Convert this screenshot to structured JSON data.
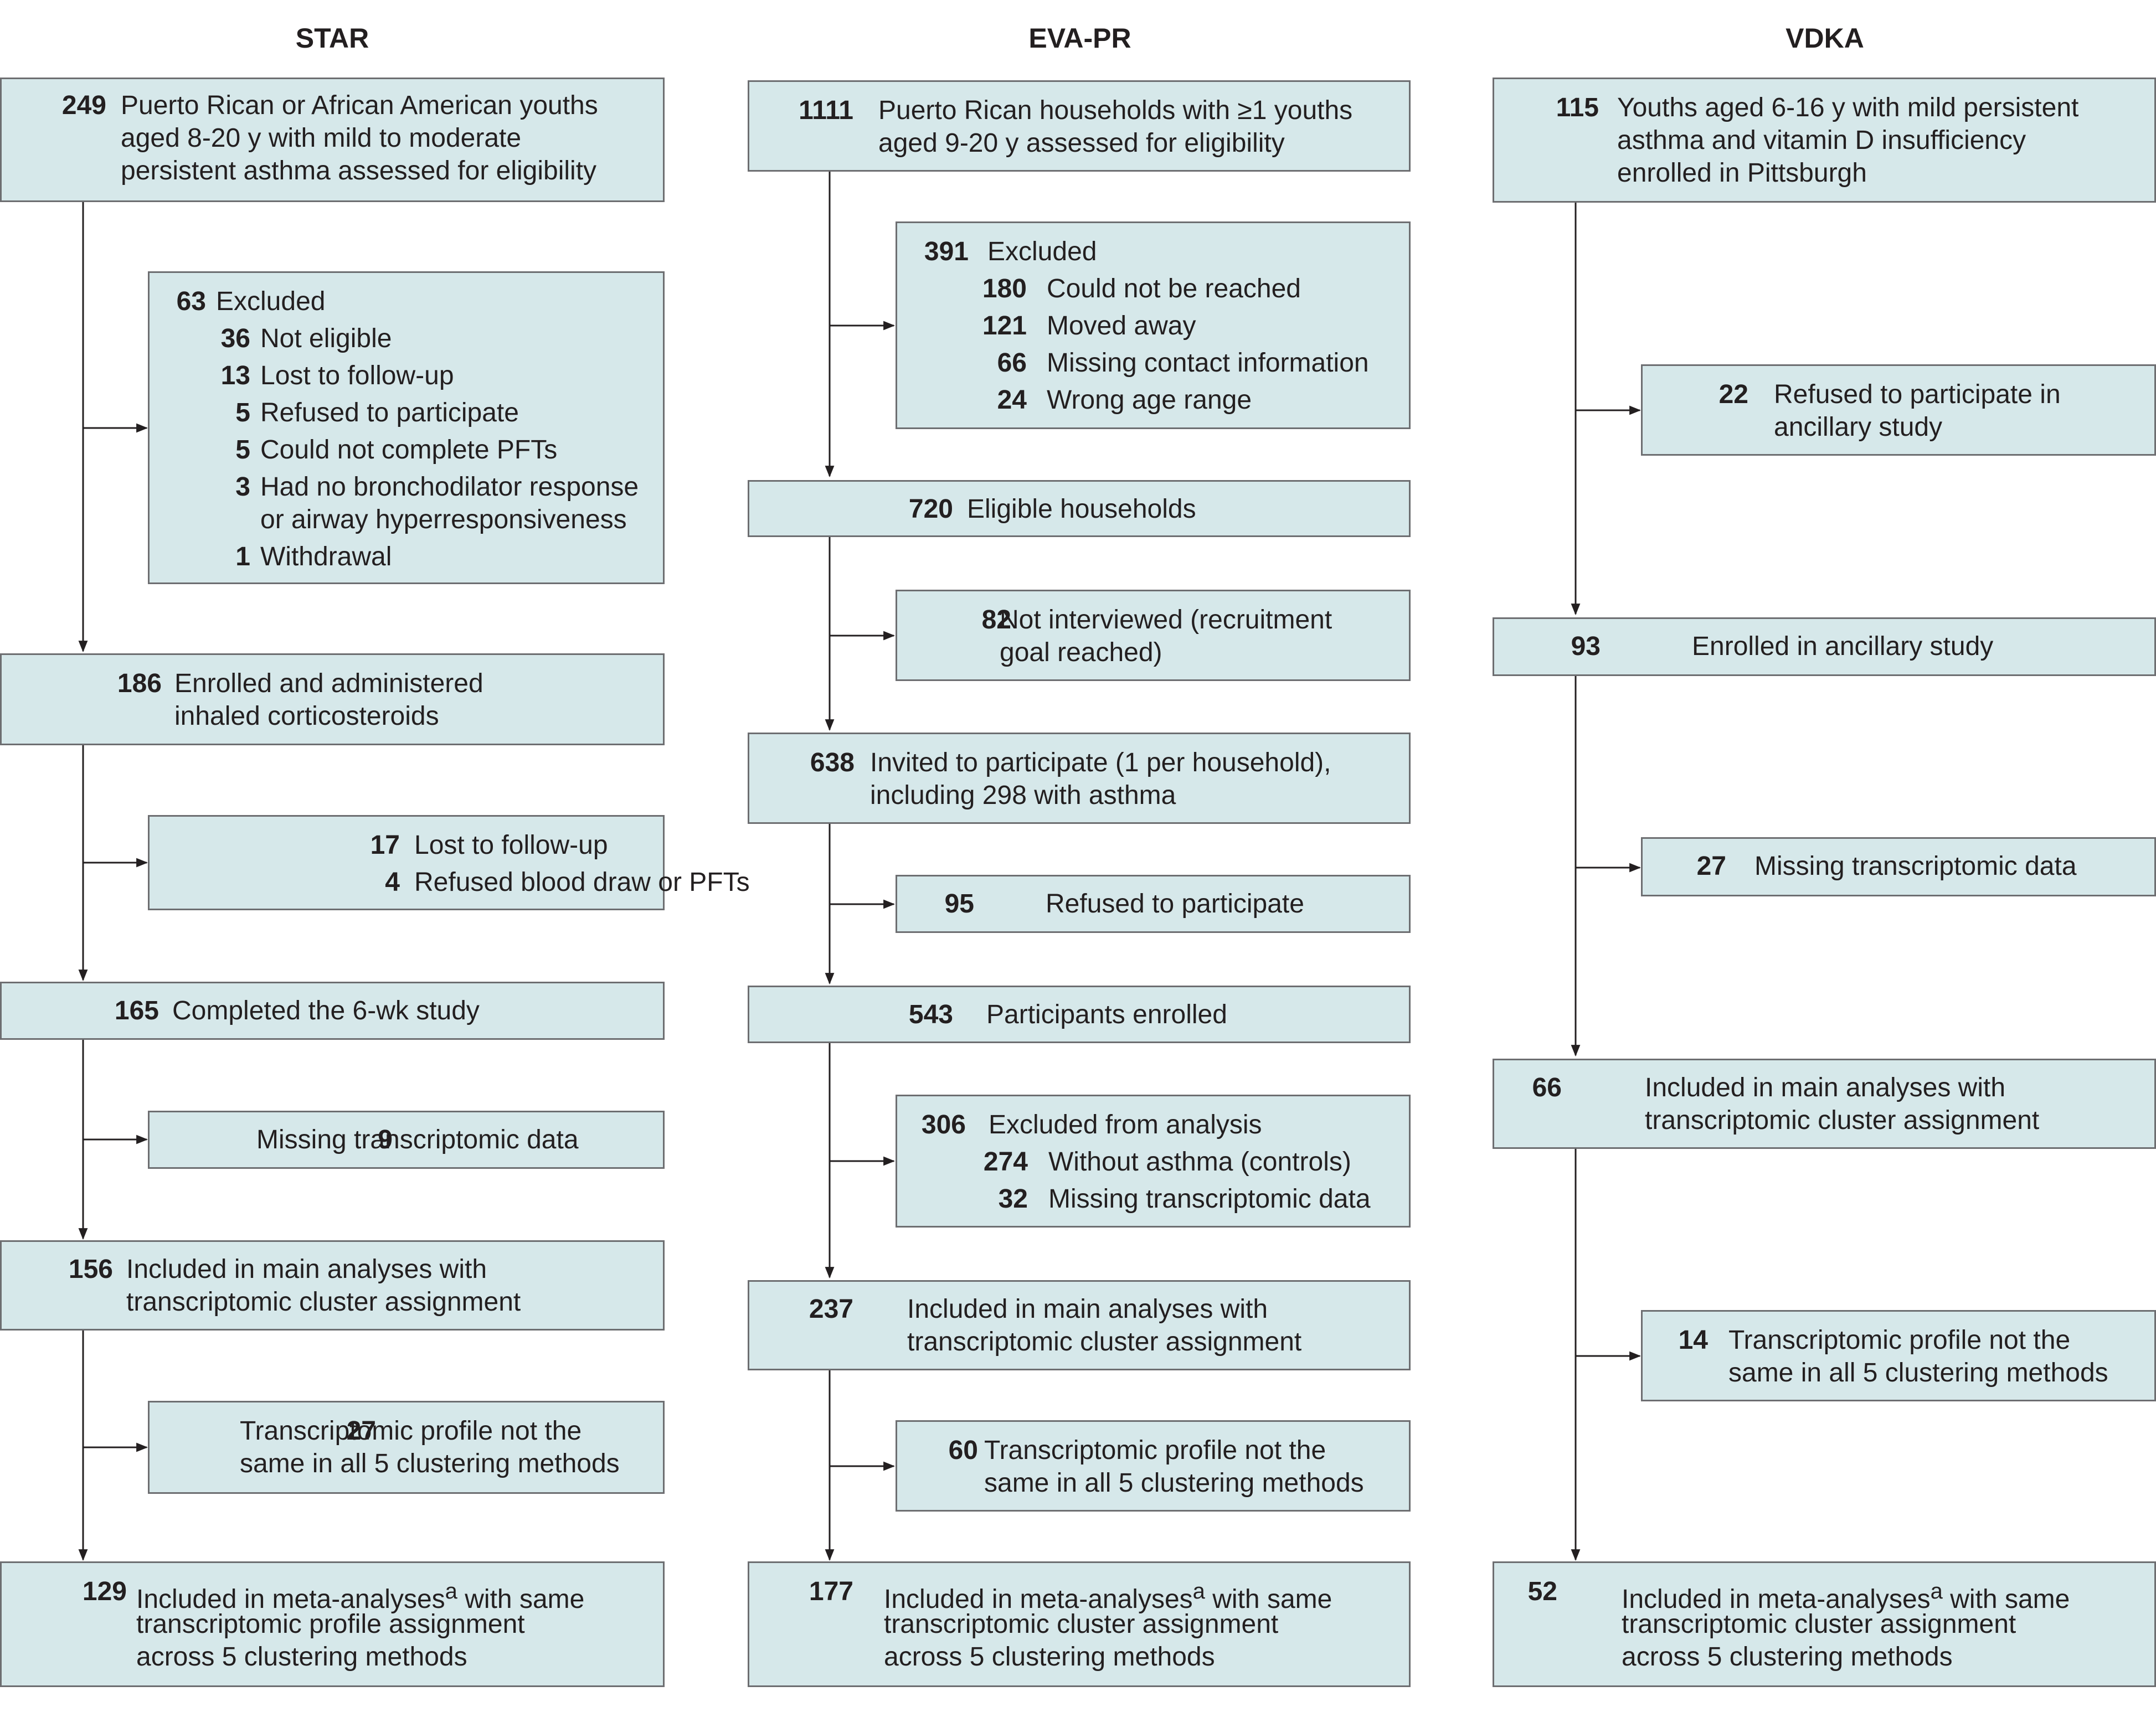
{
  "headers": {
    "star": "STAR",
    "evapr": "EVA-PR",
    "vdka": "VDKA"
  },
  "star": {
    "assessed": {
      "n": "249",
      "lines": [
        "Puerto Rican or African American youths",
        "aged 8-20 y with mild to moderate",
        "persistent asthma assessed for eligibility"
      ]
    },
    "excluded": {
      "n": "63",
      "label": "Excluded",
      "items": [
        {
          "n": "36",
          "label": "Not eligible"
        },
        {
          "n": "13",
          "label": "Lost to follow-up"
        },
        {
          "n": "5",
          "label": "Refused to participate"
        },
        {
          "n": "5",
          "label": "Could not complete PFTs"
        },
        {
          "n": "3",
          "label": "Had no bronchodilator response",
          "label2": "or airway hyperresponsiveness"
        },
        {
          "n": "1",
          "label": "Withdrawal"
        }
      ]
    },
    "enrolled": {
      "n": "186",
      "lines": [
        "Enrolled and administered",
        "inhaled corticosteroids"
      ]
    },
    "lost": {
      "items": [
        {
          "n": "17",
          "label": "Lost to follow-up"
        },
        {
          "n": "4",
          "label": "Refused blood draw or PFTs"
        }
      ]
    },
    "completed": {
      "n": "165",
      "label": "Completed the 6-wk study"
    },
    "missing": {
      "n": "9",
      "label": "Missing transcriptomic data"
    },
    "main": {
      "n": "156",
      "lines": [
        "Included in main analyses with",
        "transcriptomic cluster assignment"
      ]
    },
    "profile": {
      "n": "27",
      "lines": [
        "Transcriptomic profile not the",
        "same in all 5 clustering methods"
      ]
    },
    "meta": {
      "n": "129",
      "line1_pre": "Included in meta-analyses",
      "sup": "a",
      "line1_post": " with same",
      "lines": [
        "transcriptomic profile assignment",
        "across 5 clustering methods"
      ]
    }
  },
  "evapr": {
    "assessed": {
      "n": "1111",
      "lines": [
        "Puerto Rican households with ≥1 youths",
        "aged 9-20 y assessed for eligibility"
      ]
    },
    "excluded": {
      "n": "391",
      "label": "Excluded",
      "items": [
        {
          "n": "180",
          "label": "Could not be reached"
        },
        {
          "n": "121",
          "label": "Moved away"
        },
        {
          "n": "66",
          "label": "Missing contact information"
        },
        {
          "n": "24",
          "label": "Wrong age range"
        }
      ]
    },
    "eligible": {
      "n": "720",
      "label": "Eligible households"
    },
    "not_interviewed": {
      "n": "82",
      "lines": [
        "Not interviewed (recruitment",
        "goal reached)"
      ]
    },
    "invited": {
      "n": "638",
      "lines": [
        "Invited to participate (1 per household),",
        "including 298 with asthma"
      ]
    },
    "refused": {
      "n": "95",
      "label": "Refused to participate"
    },
    "enrolled": {
      "n": "543",
      "label": "Participants enrolled"
    },
    "excluded_analysis": {
      "n": "306",
      "label": "Excluded from analysis",
      "items": [
        {
          "n": "274",
          "label": "Without asthma (controls)"
        },
        {
          "n": "32",
          "label": "Missing transcriptomic data"
        }
      ]
    },
    "main": {
      "n": "237",
      "lines": [
        "Included in main analyses with",
        "transcriptomic cluster assignment"
      ]
    },
    "profile": {
      "n": "60",
      "lines": [
        "Transcriptomic profile not the",
        "same in all 5 clustering methods"
      ]
    },
    "meta": {
      "n": "177",
      "line1_pre": "Included in meta-analyses",
      "sup": "a",
      "line1_post": " with same",
      "lines": [
        "transcriptomic cluster assignment",
        "across 5 clustering methods"
      ]
    }
  },
  "vdka": {
    "enrolled_pgh": {
      "n": "115",
      "lines": [
        "Youths aged 6-16 y with mild persistent",
        "asthma and vitamin D insufficiency",
        "enrolled in Pittsburgh"
      ]
    },
    "refused": {
      "n": "22",
      "lines": [
        "Refused to participate in",
        "ancillary study"
      ]
    },
    "ancillary": {
      "n": "93",
      "label": "Enrolled in ancillary study"
    },
    "missing": {
      "n": "27",
      "label": "Missing transcriptomic data"
    },
    "main": {
      "n": "66",
      "lines": [
        "Included in main analyses with",
        "transcriptomic cluster assignment"
      ]
    },
    "profile": {
      "n": "14",
      "lines": [
        "Transcriptomic profile not the",
        "same in all 5 clustering methods"
      ]
    },
    "meta": {
      "n": "52",
      "line1_pre": "Included in meta-analyses",
      "sup": "a",
      "line1_post": " with same",
      "lines": [
        "transcriptomic cluster assignment",
        "across 5 clustering methods"
      ]
    }
  }
}
